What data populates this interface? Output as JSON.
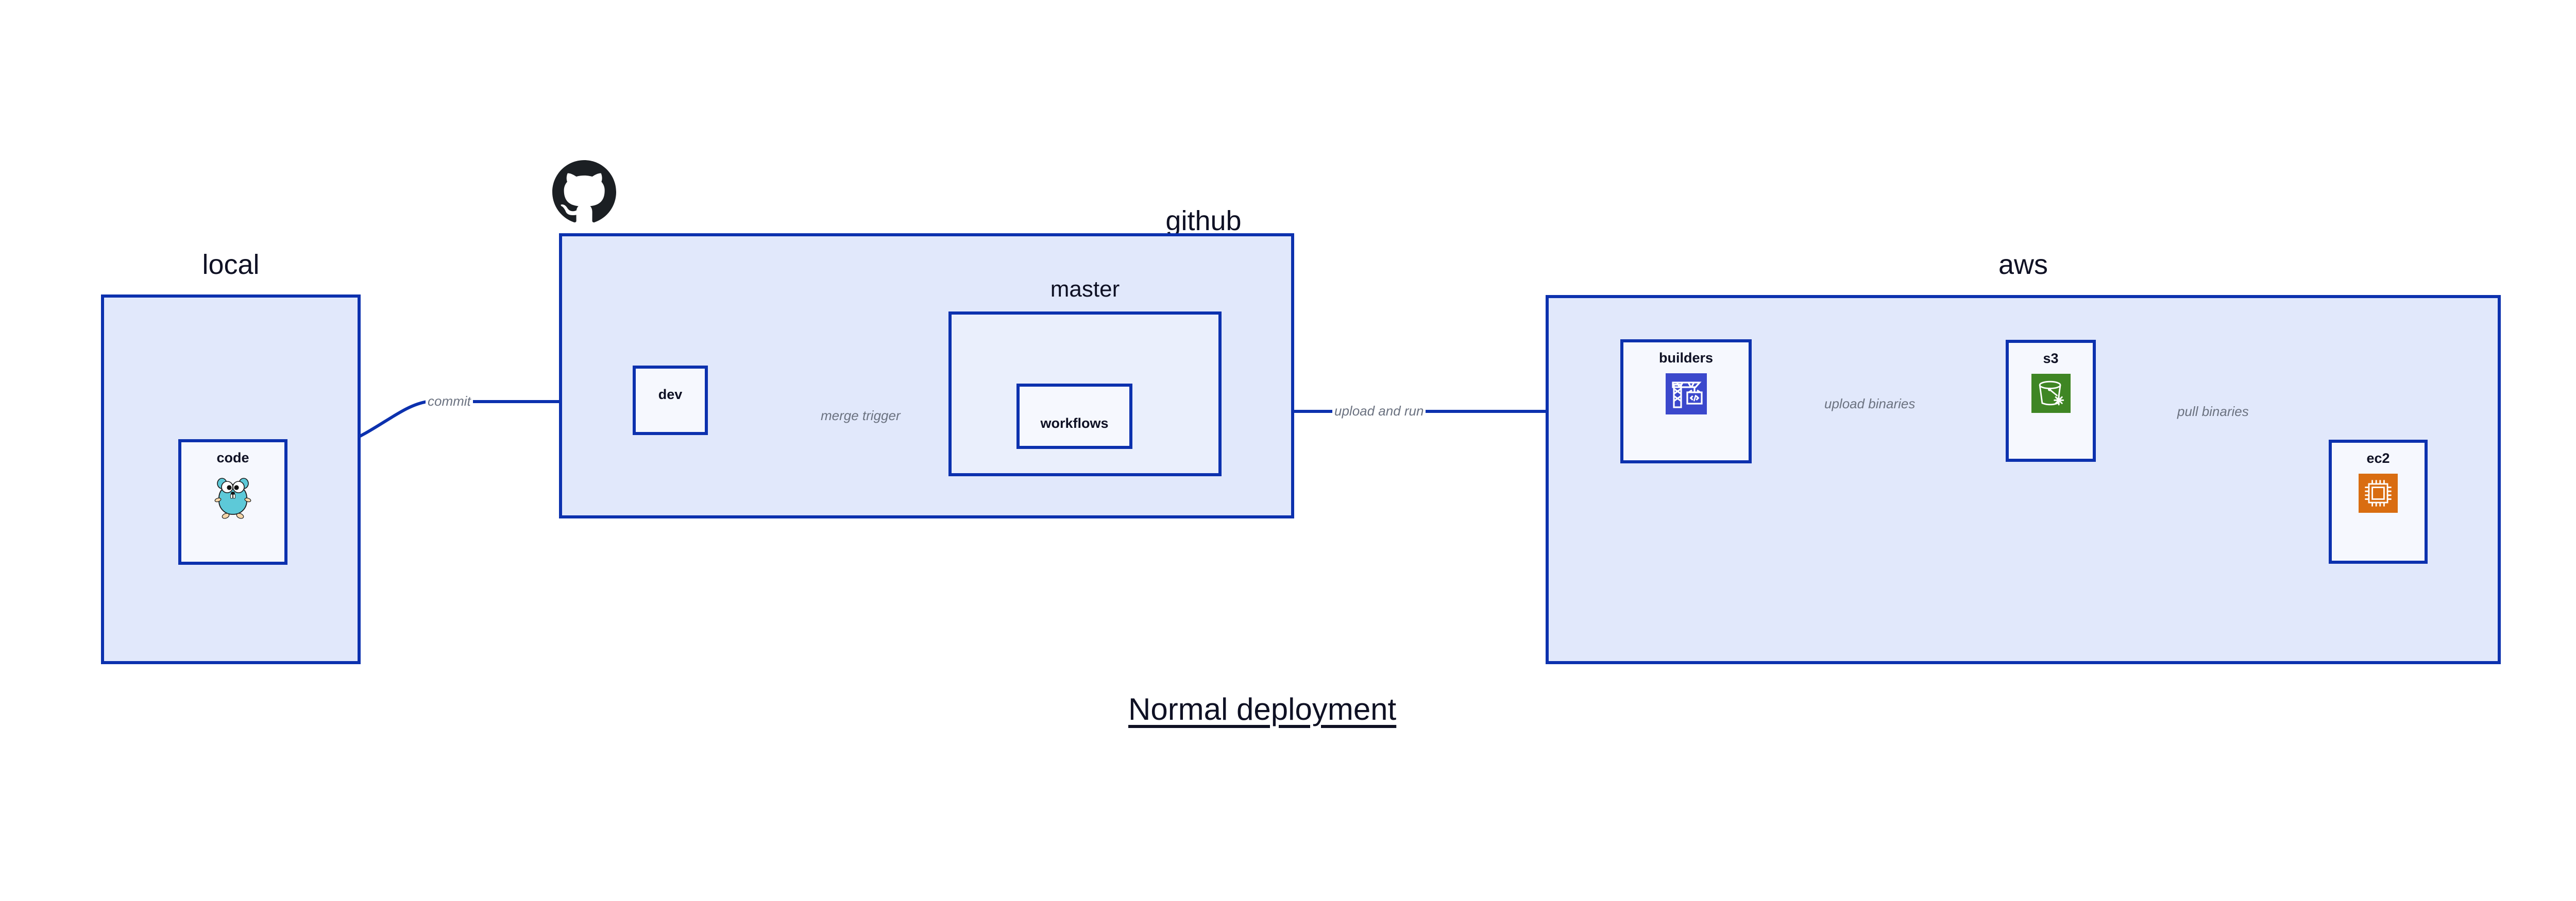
{
  "caption": "Normal deployment",
  "colors": {
    "group_fill": "#e1e8fb",
    "group_border": "#0c31ae",
    "node_fill": "#eaeffc",
    "node_fill_white": "#f6f8fe",
    "edge": "#0c31ae",
    "edge_label": "#6b7280",
    "text": "#0f1124",
    "codebuild_icon_bg": "#3b48cc",
    "s3_icon_bg": "#3f8624",
    "ec2_icon_bg": "#d96d11",
    "gopher_body": "#5dc9d8",
    "github_mark": "#1b1f23"
  },
  "groups": [
    {
      "id": "local",
      "title": "local",
      "nodes": [
        {
          "id": "code",
          "label": "code",
          "icon": "go-gopher-icon"
        }
      ]
    },
    {
      "id": "github",
      "title": "github",
      "logo": "github-mark-icon",
      "nodes": [
        {
          "id": "dev",
          "label": "dev",
          "icon": null
        }
      ],
      "subgroups": [
        {
          "id": "master",
          "title": "master",
          "nodes": [
            {
              "id": "workflows",
              "label": "workflows",
              "icon": null
            }
          ]
        }
      ]
    },
    {
      "id": "aws",
      "title": "aws",
      "nodes": [
        {
          "id": "builders",
          "label": "builders",
          "icon": "aws-codebuild-icon"
        },
        {
          "id": "s3",
          "label": "s3",
          "icon": "aws-s3-glacier-icon"
        },
        {
          "id": "ec2",
          "label": "ec2",
          "icon": "aws-ec2-icon"
        }
      ]
    }
  ],
  "edges": [
    {
      "id": "commit",
      "from": "code",
      "to": "dev",
      "label": "commit"
    },
    {
      "id": "merge-trigger",
      "from": "dev",
      "to": "workflows",
      "label": "merge trigger"
    },
    {
      "id": "upload-and-run",
      "from": "workflows",
      "to": "builders",
      "label": "upload and run"
    },
    {
      "id": "upload-binaries",
      "from": "builders",
      "to": "s3",
      "label": "upload binaries"
    },
    {
      "id": "pull-binaries",
      "from": "s3",
      "to": "ec2",
      "label": "pull binaries"
    }
  ]
}
